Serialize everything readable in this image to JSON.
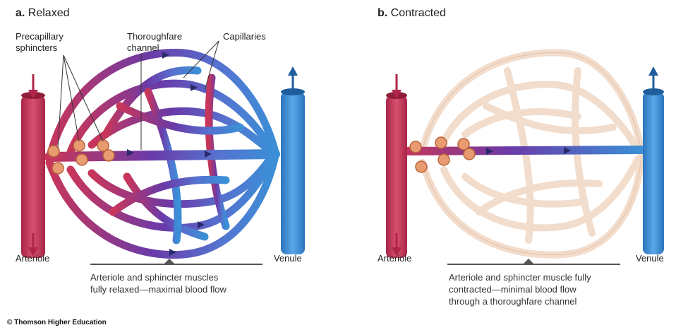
{
  "panel_a": {
    "letter": "a.",
    "title": "Relaxed",
    "label_sphincters": "Precapillary\nsphincters",
    "label_thoroughfare": "Thoroughfare\nchannel",
    "label_capillaries": "Capillaries",
    "label_arteriole": "Arteriole",
    "label_venule": "Venule",
    "caption": "Arteriole and sphincter muscles\nfully relaxed—maximal blood flow"
  },
  "panel_b": {
    "letter": "b.",
    "title": "Contracted",
    "label_arteriole": "Arteriole",
    "label_venule": "Venule",
    "caption": "Arteriole and sphincter muscle fully\ncontracted—minimal blood flow\nthrough a thoroughfare channel"
  },
  "copyright": "© Thomson Higher Education",
  "colors": {
    "arteriole": "#c8365a",
    "venule": "#3b8fd6",
    "capillary_mid": "#6a3aa8",
    "relaxed_bed_pale": "#f2dccb",
    "sphincter": "#e89a70"
  }
}
